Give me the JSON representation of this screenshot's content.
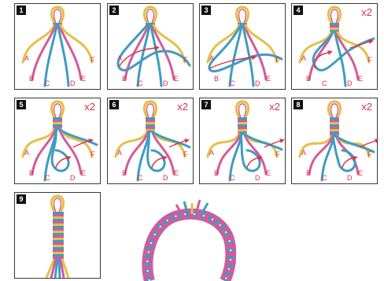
{
  "colors": {
    "yellow": "#e8be45",
    "pink": "#d45a9c",
    "teal": "#3f9cc1",
    "label": "#d8334a",
    "arrow": "#d8334a"
  },
  "steps": [
    {
      "num": "1",
      "repeat": "",
      "labels": [
        "A",
        "B",
        "C",
        "D",
        "E",
        "F"
      ],
      "strand_icon": "string-strands-icon",
      "arrow_icon": ""
    },
    {
      "num": "2",
      "repeat": "",
      "labels": [
        "A",
        "B",
        "C",
        "D",
        "E",
        "F"
      ],
      "strand_icon": "string-strands-icon",
      "arrow_icon": "arrow-icon"
    },
    {
      "num": "3",
      "repeat": "",
      "labels": [
        "A",
        "B",
        "C",
        "D",
        "E",
        "F"
      ],
      "strand_icon": "string-strands-icon",
      "arrow_icon": "arrow-icon"
    },
    {
      "num": "4",
      "repeat": "x2",
      "labels": [
        "A",
        "B",
        "C",
        "D",
        "E",
        "F"
      ],
      "strand_icon": "string-strands-icon",
      "arrow_icon": "arrow-icon"
    },
    {
      "num": "5",
      "repeat": "x2",
      "labels": [
        "A",
        "B",
        "C",
        "D",
        "E",
        "F"
      ],
      "strand_icon": "string-strands-icon",
      "arrow_icon": "arrow-icon"
    },
    {
      "num": "6",
      "repeat": "x2",
      "labels": [
        "A",
        "B",
        "C",
        "D",
        "E",
        "F"
      ],
      "strand_icon": "string-strands-icon",
      "arrow_icon": "arrow-icon"
    },
    {
      "num": "7",
      "repeat": "x2",
      "labels": [
        "A",
        "B",
        "C",
        "D",
        "E",
        "F"
      ],
      "strand_icon": "string-strands-icon",
      "arrow_icon": "arrow-icon"
    },
    {
      "num": "8",
      "repeat": "x2",
      "labels": [
        "A",
        "B",
        "C",
        "D",
        "E",
        "F"
      ],
      "strand_icon": "string-strands-icon",
      "arrow_icon": "arrow-icon"
    },
    {
      "num": "9",
      "repeat": "",
      "labels": [],
      "strand_icon": "braided-strands-icon",
      "arrow_icon": ""
    }
  ],
  "bracelet": {
    "icon": "friendship-bracelet-icon"
  }
}
